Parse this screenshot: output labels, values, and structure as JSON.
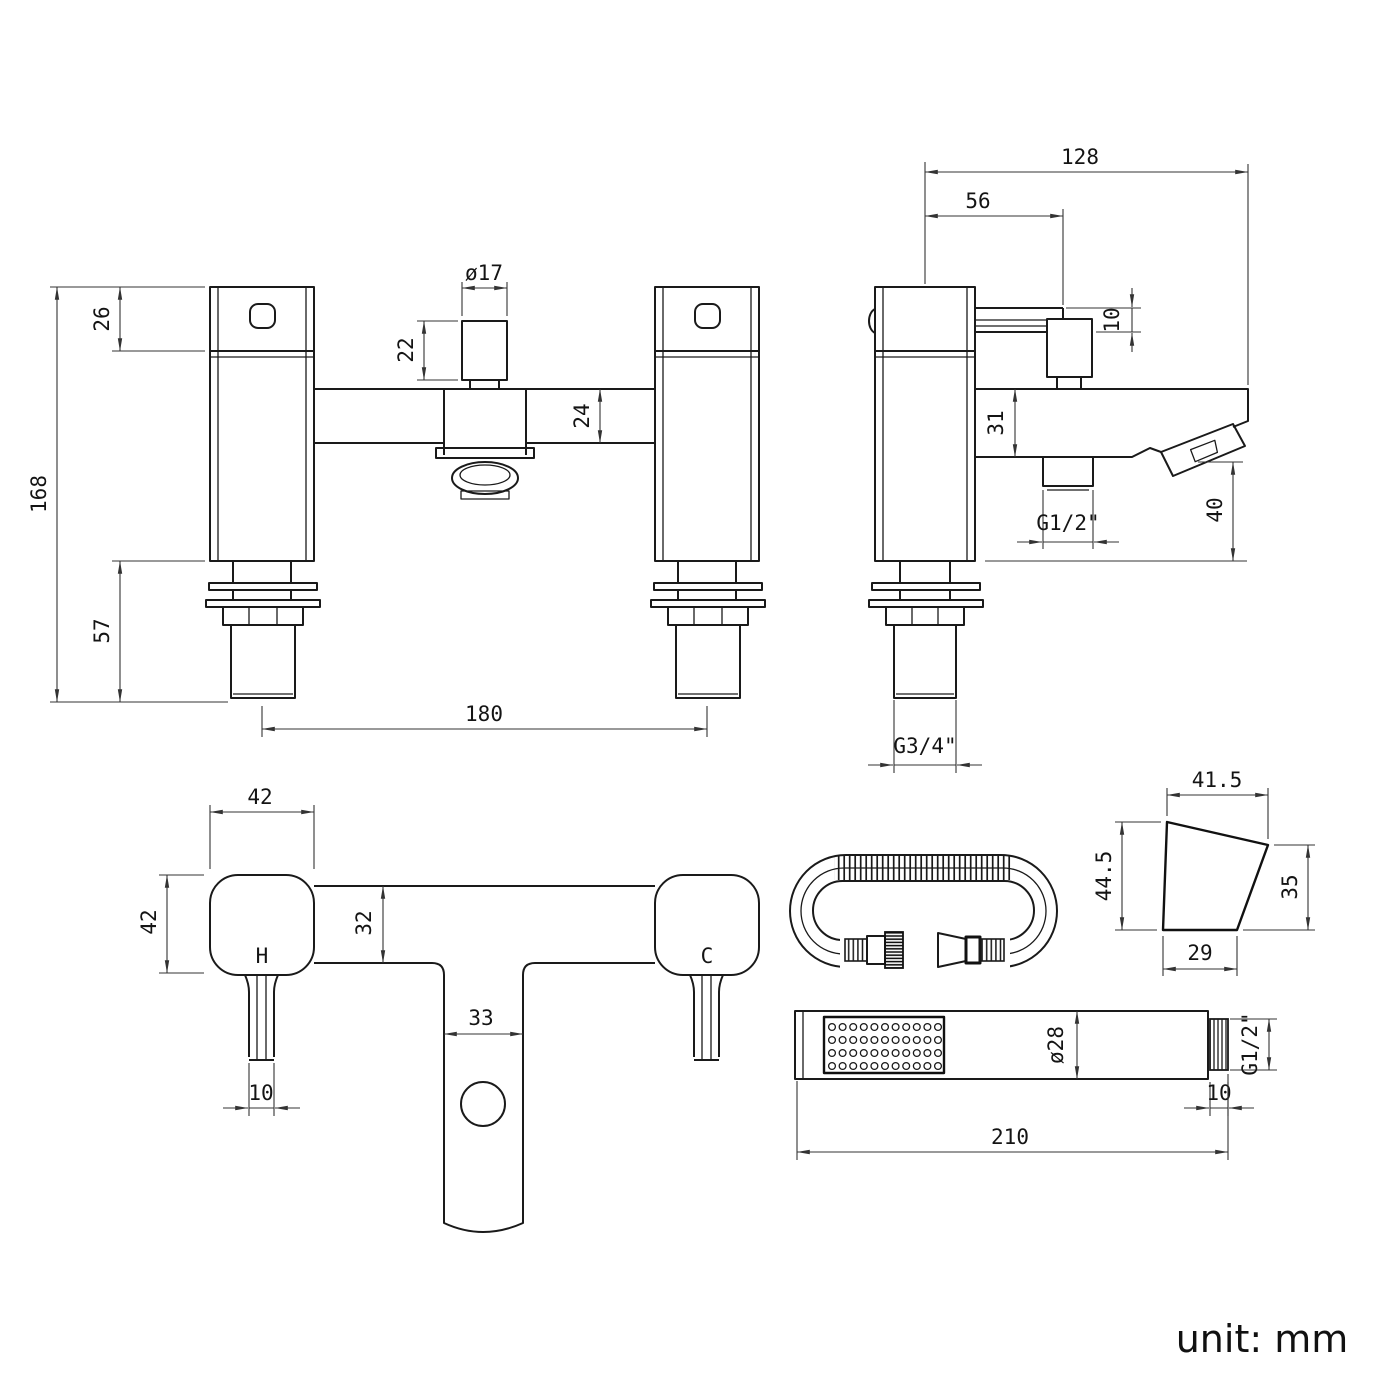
{
  "drawing": {
    "unit_label": "unit: mm",
    "front_view": {
      "dims": {
        "cap_height": "26",
        "total_height": "168",
        "tail_length": "57",
        "diverter_height": "22",
        "diverter_dia": "ø17",
        "body_depth": "24",
        "inlet_centres": "180"
      }
    },
    "side_view": {
      "dims": {
        "overall_depth": "128",
        "lever_reach": "56",
        "lever_thickness": "10",
        "body_height": "31",
        "outlet_thread": "G1/2\"",
        "spout_clearance": "40",
        "inlet_thread": "G3/4\""
      }
    },
    "top_view": {
      "dims": {
        "handle_width": "42",
        "handle_depth": "42",
        "body_width": "32",
        "spout_width": "33",
        "stem_width": "10"
      },
      "labels": {
        "hot": "H",
        "cold": "C"
      }
    },
    "bracket_view": {
      "dims": {
        "top_width": "41.5",
        "left_height": "44.5",
        "right_height": "35",
        "bottom_width": "29"
      }
    },
    "handset_view": {
      "dims": {
        "head_dia": "ø28",
        "connector_thread": "G1/2\"",
        "thread_length": "10",
        "overall_length": "210"
      }
    }
  }
}
